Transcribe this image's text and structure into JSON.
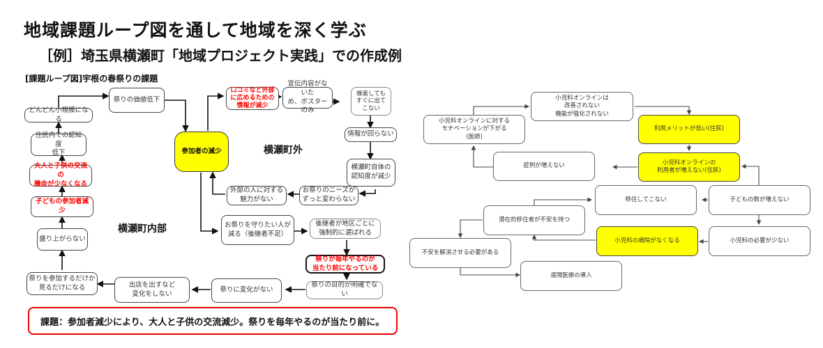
{
  "header": {
    "title": "地域課題ループ図を通して地域を深く学ぶ",
    "subtitle": "［例］埼玉県横瀬町「地域プロジェクト実践」での作成例"
  },
  "left_diagram": {
    "label": "[課題ループ図]宇根の春祭りの課題",
    "area_outside": "横瀬町外",
    "area_inside": "横瀬町内部",
    "nodes": {
      "value_decline": "祭りの価値低下",
      "shrinking": "どんどん小規模になる",
      "awareness_resident": "住民内での認知度\n低下",
      "less_interaction": "大人と子供の交流の\n機会が少なくなる",
      "child_participants": "子どもの参加者減少",
      "no_excitement": "盛り上がらない",
      "just_watch": "祭りを参加するだけか\n見るだけになる",
      "no_change_shops": "出店を出すなど\n変化をしない",
      "no_change": "祭りに変化がない",
      "unclear_purpose": "祭りの目的が明確でない",
      "taken_for_granted": "祭りが毎年やるのが\n当たり前になっている",
      "forced_successor": "後継者が地区ごとに\n強制的に選ばれる",
      "fewer_keepers": "お祭りを守りたい人が\n減る（後継者不足）",
      "participants_decrease": "参加者の減少",
      "word_of_mouth": "口コミなど外部\nに広めるための\n情報が減少",
      "poster_only": "宣伝内容がないた\nめ、ポスターのみ",
      "not_searchable": "検索しても\nすぐに出て\nこない",
      "no_info_flow": "情報が回らない",
      "town_awareness": "横瀬町自体の\n認知度が減少",
      "needs_unchanged": "お祭りのニーズが\nずっと変わらない",
      "no_appeal": "外部の人に対する\n魅力がない"
    },
    "issue": "課題：参加者減少により、大人と子供の交流減少。祭りを毎年やるのが当たり前に。"
  },
  "right_diagram": {
    "nodes": {
      "not_improved": "小児科オンラインは\n改善されない\n機能が強化されない",
      "motivation_down": "小児科オンラインに対する\nモチベーションが下がる\n(医師)",
      "low_merit": "利用メリットが低い(住民)",
      "cases_not_increase": "症例が増えない",
      "users_not_increase": "小児科オンラインの\n利用者が増えない(住民)",
      "no_move_in": "移住してこない",
      "children_not_increase": "子どもの数が増えない",
      "anxious_migrants": "潜在的移住者が不安を持つ",
      "hospital_disappears": "小児科の病院がなくなる",
      "less_need": "小児科の必要が少ない",
      "resolve_anxiety": "不安を解消させる必要がある",
      "telemedicine": "遠隔医療の導入"
    }
  },
  "colors": {
    "highlight_yellow": "#ffff00",
    "emphasis_red": "#ff0000",
    "issue_border": "#ee0000"
  }
}
